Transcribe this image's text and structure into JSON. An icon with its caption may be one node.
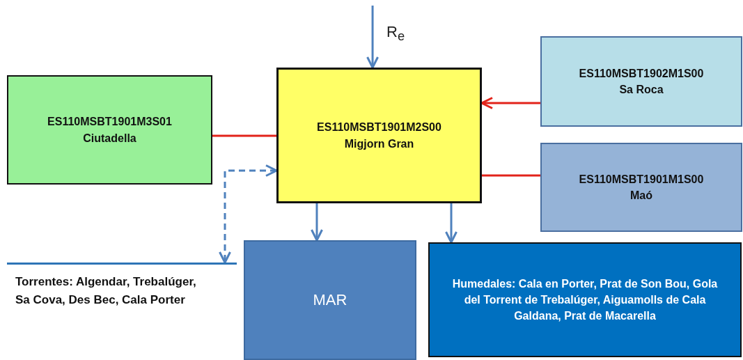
{
  "diagram": {
    "nodes": [
      {
        "text": [
          "ES110MSBT1901M3S01",
          "Ciutadella"
        ]
      },
      {
        "text": [
          "ES110MSBT1901M2S00",
          "Migjorn Gran"
        ]
      },
      {
        "text": [
          "ES110MSBT1902M1S00",
          "Sa Roca"
        ]
      },
      {
        "text": [
          "ES110MSBT1901M1S00",
          "Maó"
        ]
      },
      {
        "text": [
          "Torrentes: Algendar, Trebalúger, Sa Cova, Des Bec, Cala Porter"
        ]
      },
      {
        "text": [
          "MAR"
        ]
      },
      {
        "text": [
          "Humedales: Cala en Porter, Prat de Son Bou, Gola del Torrent de Trebalúger, Aiguamolls de Cala Galdana, Prat de Macarella"
        ]
      }
    ],
    "edges": [
      {
        "from": null,
        "to": 1,
        "arrow": "to",
        "label": "R$_{e}$"
      },
      {
        "from": 0,
        "to": 1,
        "arrow": "none",
        "color": "#e2231a"
      },
      {
        "from": 2,
        "to": 1,
        "arrow": "to",
        "color": "#e2231a"
      },
      {
        "from": 3,
        "to": 1,
        "arrow": "none",
        "color": "#e2231a"
      },
      {
        "from": 1,
        "to": 4,
        "arrow": "both",
        "style": "dashed"
      },
      {
        "from": 1,
        "to": 5,
        "arrow": "to"
      },
      {
        "from": 1,
        "to": 6,
        "arrow": "to"
      }
    ]
  }
}
